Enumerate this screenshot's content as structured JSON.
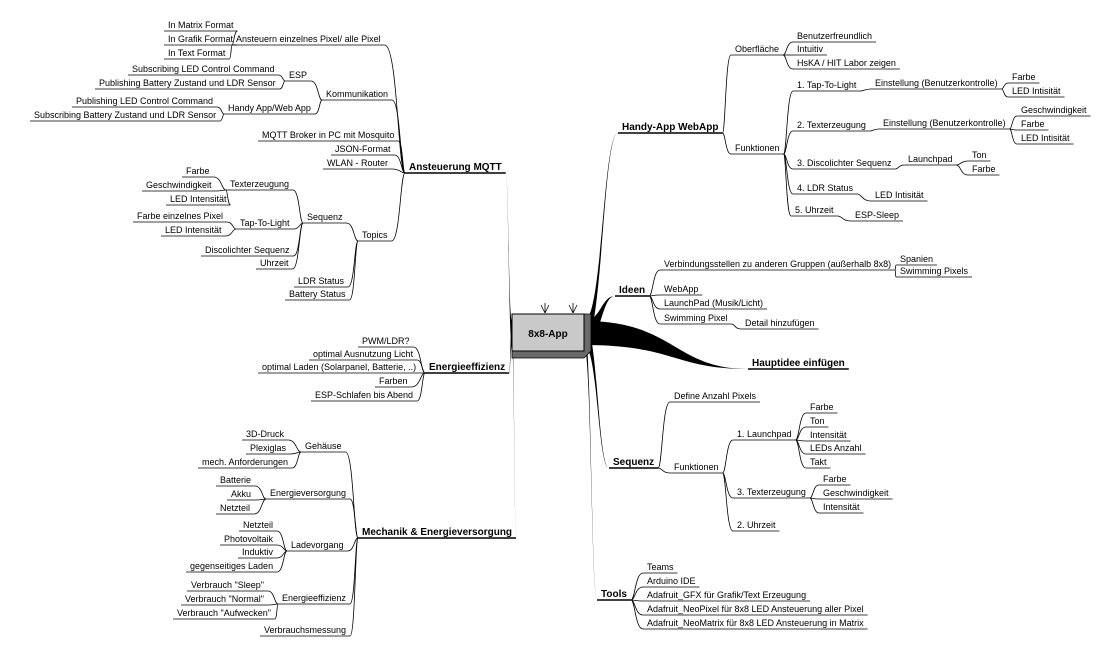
{
  "central": "8x8-App",
  "left": [
    {
      "label": "Ansteuerung MQTT",
      "children": [
        {
          "label": "Ansteuern einzelnes Pixel/ alle Pixel",
          "children": [
            {
              "label": "In Matrix Format"
            },
            {
              "label": "In Grafik Format"
            },
            {
              "label": "In Text Format"
            }
          ]
        },
        {
          "label": "Kommunikation",
          "children": [
            {
              "label": "ESP",
              "children": [
                {
                  "label": "Subscribing LED Control Command"
                },
                {
                  "label": "Publishing Battery Zustand und LDR Sensor"
                }
              ]
            },
            {
              "label": "Handy App/Web App",
              "children": [
                {
                  "label": "Publishing LED Control Command"
                },
                {
                  "label": "Subscribing Battery Zustand und LDR Sensor"
                }
              ]
            }
          ]
        },
        {
          "label": "MQTT Broker in PC mit Mosquito"
        },
        {
          "label": "JSON-Format"
        },
        {
          "label": "WLAN - Router"
        },
        {
          "label": "Topics",
          "children": [
            {
              "label": "Sequenz",
              "children": [
                {
                  "label": "Texterzeugung",
                  "children": [
                    {
                      "label": "Farbe"
                    },
                    {
                      "label": "Geschwindigkeit"
                    },
                    {
                      "label": "LED Intensität"
                    }
                  ]
                },
                {
                  "label": "Tap-To-Light",
                  "children": [
                    {
                      "label": "Farbe einzelnes Pixel"
                    },
                    {
                      "label": "LED Intensität"
                    }
                  ]
                },
                {
                  "label": "Discolichter Sequenz"
                },
                {
                  "label": "Uhrzeit"
                }
              ]
            },
            {
              "label": "LDR Status"
            },
            {
              "label": "Battery Status"
            }
          ]
        }
      ]
    },
    {
      "label": "Energieeffizienz",
      "children": [
        {
          "label": "PWM/LDR?"
        },
        {
          "label": "optimal Ausnutzung Licht"
        },
        {
          "label": "optimal Laden (Solarpanel, Batterie, ..)"
        },
        {
          "label": "Farben"
        },
        {
          "label": "ESP-Schlafen bis Abend"
        }
      ]
    },
    {
      "label": "Mechanik & Energieversorgung",
      "children": [
        {
          "label": "Gehäuse",
          "children": [
            {
              "label": "3D-Druck"
            },
            {
              "label": "Plexiglas"
            },
            {
              "label": "mech. Anforderungen"
            }
          ]
        },
        {
          "label": "Energieversorgung",
          "children": [
            {
              "label": "Batterie"
            },
            {
              "label": "Akku"
            },
            {
              "label": "Netzteil"
            }
          ]
        },
        {
          "label": "Ladevorgang",
          "children": [
            {
              "label": "Netzteil"
            },
            {
              "label": "Photovoltaik"
            },
            {
              "label": "Induktiv"
            },
            {
              "label": "gegenseitiges Laden"
            }
          ]
        },
        {
          "label": "Energieeffizienz",
          "children": [
            {
              "label": "Verbrauch \"Sleep\""
            },
            {
              "label": "Verbrauch \"Normal\""
            },
            {
              "label": "Verbrauch \"Aufwecken\""
            }
          ]
        },
        {
          "label": "Verbrauchsmessung"
        }
      ]
    }
  ],
  "right": [
    {
      "label": "Handy-App WebApp",
      "children": [
        {
          "label": "Oberfläche",
          "children": [
            {
              "label": "Benutzerfreundlich"
            },
            {
              "label": "Intuitiv"
            },
            {
              "label": "HsKA / HIT Labor zeigen"
            }
          ]
        },
        {
          "label": "Funktionen",
          "children": [
            {
              "label": "1. Tap-To-Light",
              "children": [
                {
                  "label": "Einstellung (Benutzerkontrolle)",
                  "children": [
                    {
                      "label": "Farbe"
                    },
                    {
                      "label": "LED Intisität"
                    }
                  ]
                }
              ]
            },
            {
              "label": "2. Texterzeugung",
              "children": [
                {
                  "label": "Einstellung (Benutzerkontrolle)",
                  "children": [
                    {
                      "label": "Geschwindigkeit"
                    },
                    {
                      "label": "Farbe"
                    },
                    {
                      "label": "LED Intisität"
                    }
                  ]
                }
              ]
            },
            {
              "label": "3. Discolichter Sequenz",
              "children": [
                {
                  "label": "Launchpad",
                  "children": [
                    {
                      "label": "Ton"
                    },
                    {
                      "label": "Farbe"
                    }
                  ]
                }
              ]
            },
            {
              "label": "4. LDR Status",
              "children": [
                {
                  "label": "LED Intisität"
                }
              ]
            },
            {
              "label": "5. Uhrzeit",
              "children": [
                {
                  "label": "ESP-Sleep"
                }
              ]
            }
          ]
        }
      ]
    },
    {
      "label": "Ideen",
      "children": [
        {
          "label": "Verbindungsstellen zu anderen Gruppen (außerhalb 8x8)",
          "children": [
            {
              "label": "Spanien"
            },
            {
              "label": "Swimming Pixels"
            }
          ]
        },
        {
          "label": "WebApp"
        },
        {
          "label": "LaunchPad (Musik/Licht)"
        },
        {
          "label": "Swimming Pixel",
          "children": [
            {
              "label": "Detail hinzufügen"
            }
          ]
        }
      ]
    },
    {
      "label": "Hauptidee einfügen"
    },
    {
      "label": "Sequenz",
      "children": [
        {
          "label": "Define Anzahl Pixels"
        },
        {
          "label": "Funktionen",
          "children": [
            {
              "label": "1. Launchpad",
              "children": [
                {
                  "label": "Farbe"
                },
                {
                  "label": "Ton"
                },
                {
                  "label": "Intensität"
                },
                {
                  "label": "LEDs Anzahl"
                },
                {
                  "label": "Takt"
                }
              ]
            },
            {
              "label": "3. Texterzeugung",
              "children": [
                {
                  "label": "Farbe"
                },
                {
                  "label": "Geschwindigkeit"
                },
                {
                  "label": "Intensität"
                }
              ]
            },
            {
              "label": "2. Uhrzeit"
            }
          ]
        }
      ]
    },
    {
      "label": "Tools",
      "children": [
        {
          "label": "Teams"
        },
        {
          "label": "Arduino IDE"
        },
        {
          "label": "Adafruit_GFX für Grafik/Text Erzeugung"
        },
        {
          "label": "Adafruit_NeoPixel für 8x8 LED Ansteuerung aller Pixel"
        },
        {
          "label": "Adafruit_NeoMatrix für 8x8 LED Ansteuerung in Matrix"
        }
      ]
    }
  ]
}
